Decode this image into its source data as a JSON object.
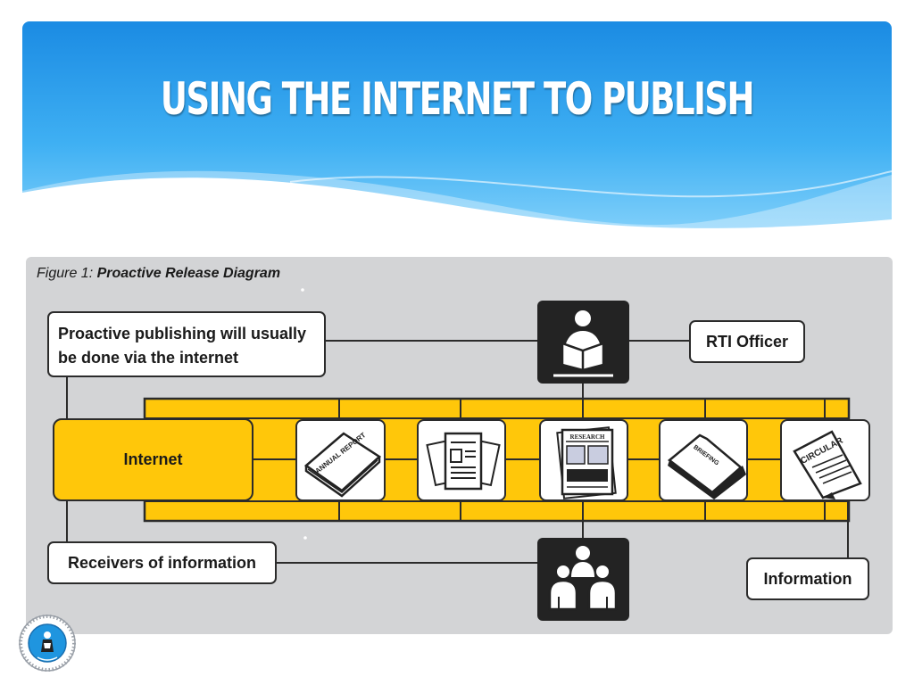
{
  "slide": {
    "title": "USING THE INTERNET TO PUBLISH"
  },
  "figure": {
    "label": "Figure 1:",
    "title": "Proactive Release Diagram"
  },
  "diagram": {
    "publishing_note_line1": "Proactive publishing will usually",
    "publishing_note_line2": "be done via the internet",
    "rti_officer": "RTI Officer",
    "internet": "Internet",
    "receivers": "Receivers of information",
    "information": "Information",
    "document_labels": {
      "annual_report": "ANNUAL REPORT",
      "research": "RESEARCH",
      "briefing": "BRIEFING",
      "circular": "CIRCULAR"
    }
  },
  "colors": {
    "header_blue": "#1e8fe6",
    "internet_yellow": "#ffc70a",
    "panel_grey": "#d3d4d6",
    "dark_icon": "#232323"
  },
  "icons": [
    "reader-icon",
    "annual-report-icon",
    "document-icon",
    "research-icon",
    "briefing-folder-icon",
    "circular-icon",
    "audience-icon",
    "emblem-logo"
  ]
}
